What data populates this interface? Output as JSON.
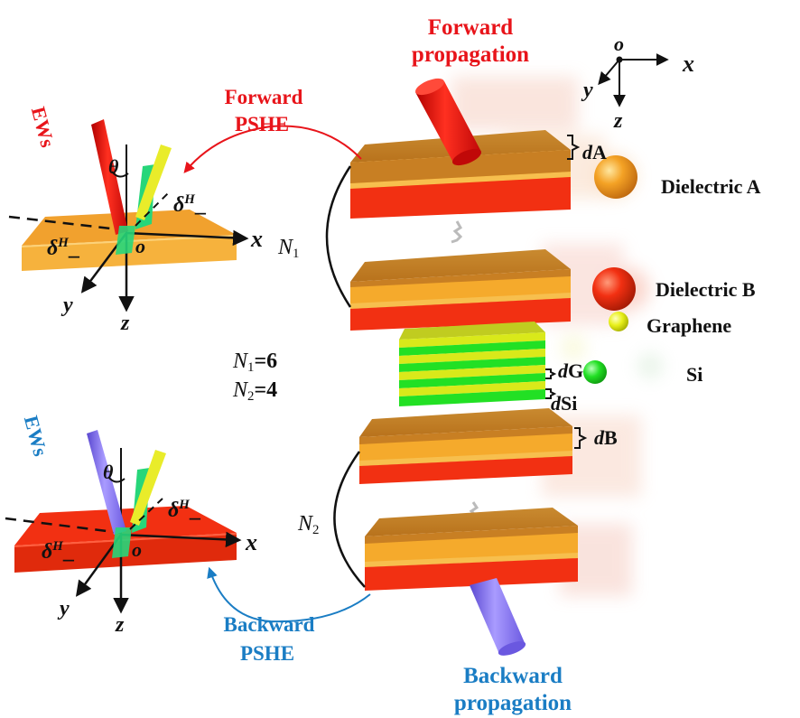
{
  "colors": {
    "dielectric_a": "#f4a225",
    "dielectric_a_top": "#c87f23",
    "dielectric_b": "#f23012",
    "graphene": "#d9e91a",
    "si": "#22e024",
    "forward": "#e8141a",
    "backward": "#1a7dc4",
    "backward_beam": "#8a79ee"
  },
  "labels": {
    "forward_prop_1": "Forward",
    "forward_prop_2": "propagation",
    "backward_prop_1": "Backward",
    "backward_prop_2": "propagation",
    "forward_pshe_1": "Forward",
    "forward_pshe_2": "PSHE",
    "backward_pshe_1": "Backward",
    "backward_pshe_2": "PSHE",
    "ews": "EWs",
    "dielectric_a": "Dielectric A",
    "dielectric_b": "Dielectric B",
    "graphene": "Graphene",
    "si": "Si",
    "da_d": "d",
    "da_sub": "A",
    "db_d": "d",
    "db_sub": "B",
    "dg_d": "d",
    "dg_sub": "G",
    "dsi_d": "d",
    "dsi_sub": "Si",
    "n1_sym": "N",
    "n1_sub": "1",
    "n2_sym": "N",
    "n2_sub": "2",
    "n1_eq_rest": "=6",
    "n2_eq_rest": "=4",
    "axis_x": "x",
    "axis_y": "y",
    "axis_z": "z",
    "axis_o": "o",
    "theta": "θ",
    "delta": "δ",
    "delta_sup": "H",
    "delta_minus": "_"
  }
}
